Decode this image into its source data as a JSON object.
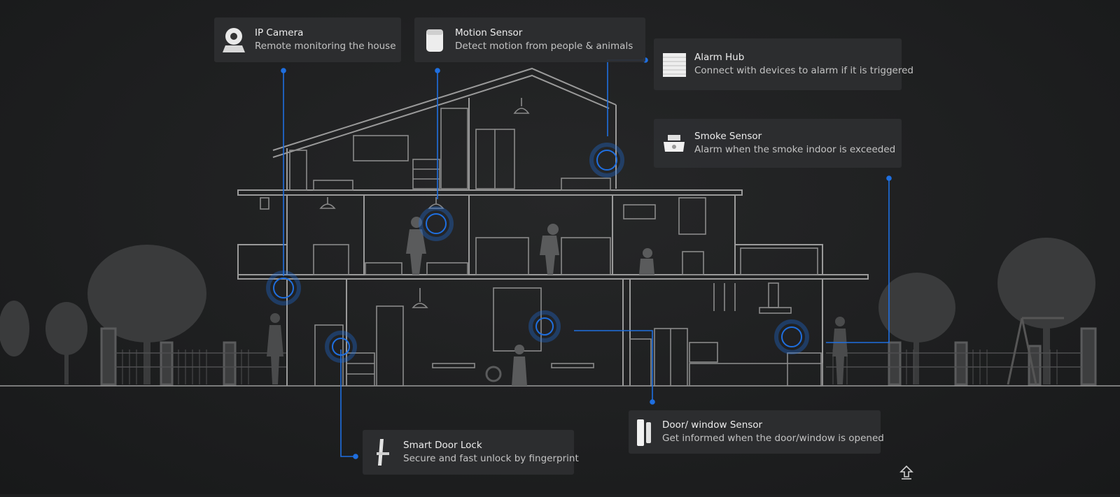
{
  "devices": [
    {
      "key": "ip-camera",
      "title": "IP Camera",
      "desc": "Remote monitoring the house",
      "icon": "camera-icon"
    },
    {
      "key": "motion-sensor",
      "title": "Motion Sensor",
      "desc": "Detect motion from people & animals",
      "icon": "motion-sensor-icon"
    },
    {
      "key": "alarm-hub",
      "title": "Alarm Hub",
      "desc": "Connect with devices to alarm if it is triggered",
      "icon": "alarm-hub-icon"
    },
    {
      "key": "smoke-sensor",
      "title": "Smoke Sensor",
      "desc": "Alarm when the smoke indoor is exceeded",
      "icon": "smoke-sensor-icon"
    },
    {
      "key": "door-window-sensor",
      "title": "Door/ window Sensor",
      "desc": "Get informed when the door/window is opened",
      "icon": "door-sensor-icon"
    },
    {
      "key": "smart-door-lock",
      "title": "Smart Door Lock",
      "desc": "Secure and fast unlock by fingerprint",
      "icon": "door-lock-icon"
    }
  ],
  "colors": {
    "background": "#1e1f20",
    "card": "#2e2f31",
    "line_art": "#8a8a8a",
    "silhouette": "#3c3d3e",
    "accent": "#1f6fe0"
  },
  "controls": {
    "scroll_top_icon": "arrow-up-icon"
  }
}
